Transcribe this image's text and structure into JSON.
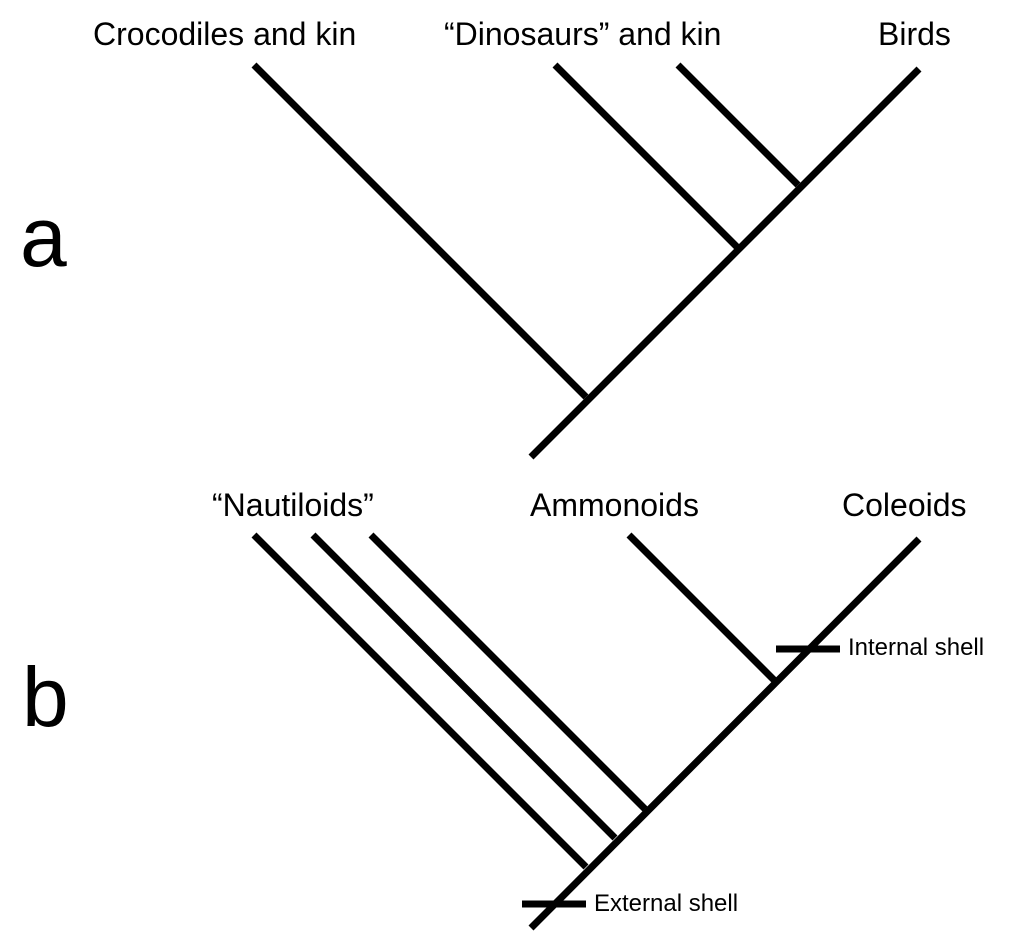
{
  "panels": {
    "a": {
      "letter": "a",
      "taxa": [
        "Crocodiles and kin",
        "“Dinosaurs” and kin",
        "Birds"
      ]
    },
    "b": {
      "letter": "b",
      "taxa": [
        "“Nautiloids”",
        "Ammonoids",
        "Coleoids"
      ],
      "characters": {
        "internal": "Internal shell",
        "external": "External shell"
      }
    }
  },
  "colors": {
    "line": "#000000",
    "background": "#ffffff"
  }
}
